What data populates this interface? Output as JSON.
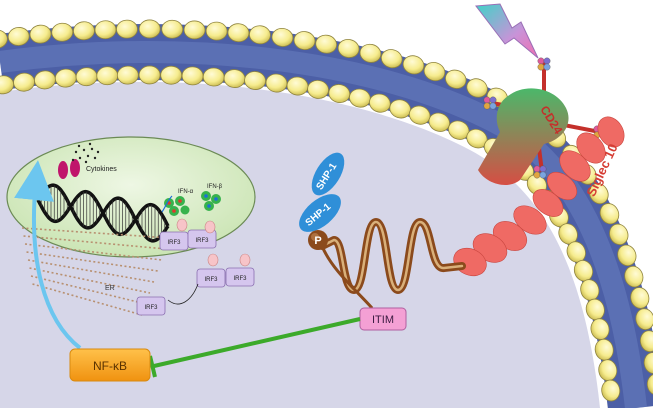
{
  "labels": {
    "cd24": "CD24",
    "siglec": "Siglec 10",
    "shp1_a": "SHP-1",
    "shp1_b": "SHP-1",
    "phospho": "P",
    "itim": "ITIM",
    "nfkb": "NF-κB",
    "cytokines": "Cytokines",
    "ifn_a": "IFN-α",
    "ifn_b": "IFN-β",
    "er": "ER",
    "irf3": "IRF3"
  },
  "colors": {
    "cytoplasm": "#d6d6e8",
    "membrane_core": "#4c5fa6",
    "head_yellow": "#f6ec8e",
    "nucleus_fill": "#d9ecc6",
    "cd24_green": "#4bb86a",
    "cd24_red": "#c4302b",
    "siglec_red": "#ef6a64",
    "shp1_blue": "#2f8fd8",
    "itim_pink": "#f4a0d4",
    "nfkb_orange": "#f7a41c",
    "inhibit_green": "#3caa2a",
    "arrow_blue": "#6cc6ef",
    "chain_brown": "#8b4a1c",
    "irf3_lilac": "#d5c6ee"
  },
  "icons": [
    "lightning-bolt-icon",
    "glycan-icon",
    "dna-helix-icon",
    "pore-icon"
  ]
}
